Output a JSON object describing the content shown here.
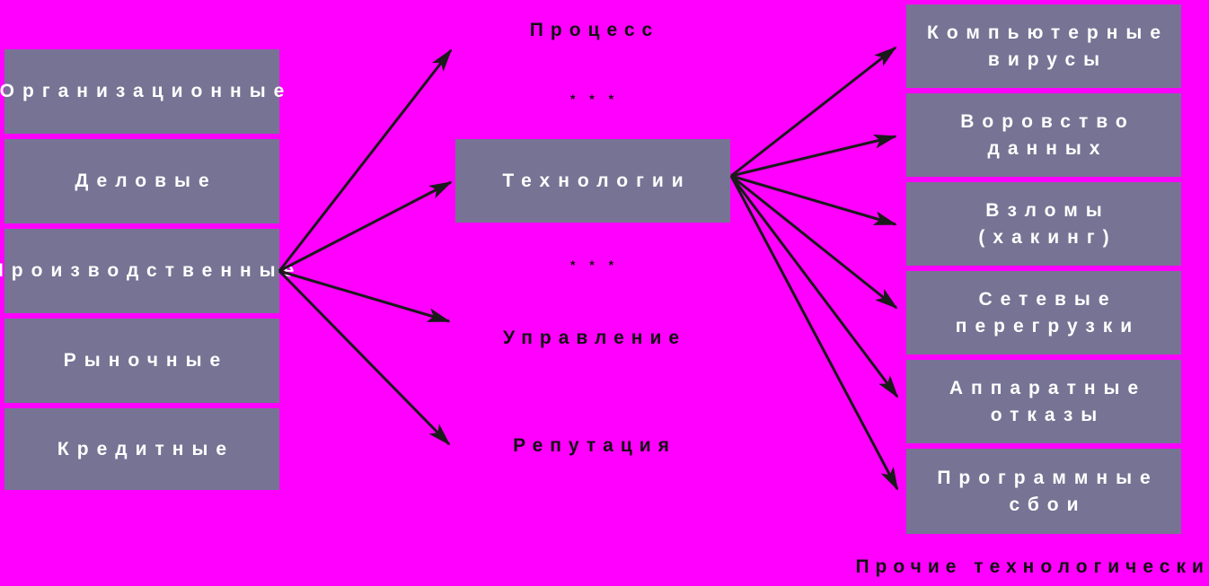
{
  "left_categories": [
    "Организационные",
    "Деловые",
    "Производственные",
    "Рыночные",
    "Кредитные"
  ],
  "center": {
    "process": "Процесс",
    "stars_top": "* * *",
    "technologies": "Технологии",
    "stars_bottom": "* * *",
    "management": "Управление",
    "reputation": "Репутация"
  },
  "right_categories": [
    {
      "line1": "Компьютерные",
      "line2": "вирусы"
    },
    {
      "line1": "Воровство",
      "line2": "данных"
    },
    {
      "line1": "Взломы",
      "line2": "(хакинг)"
    },
    {
      "line1": "Сетевые",
      "line2": "перегрузки"
    },
    {
      "line1": "Аппаратные",
      "line2": "отказы"
    },
    {
      "line1": "Программные",
      "line2": "сбои"
    }
  ],
  "footer_label": "Прочие технологические",
  "colors": {
    "background": "#ff00ff",
    "box": "#777394",
    "box_text": "#ffffff",
    "arrow": "#1a1a1a"
  }
}
